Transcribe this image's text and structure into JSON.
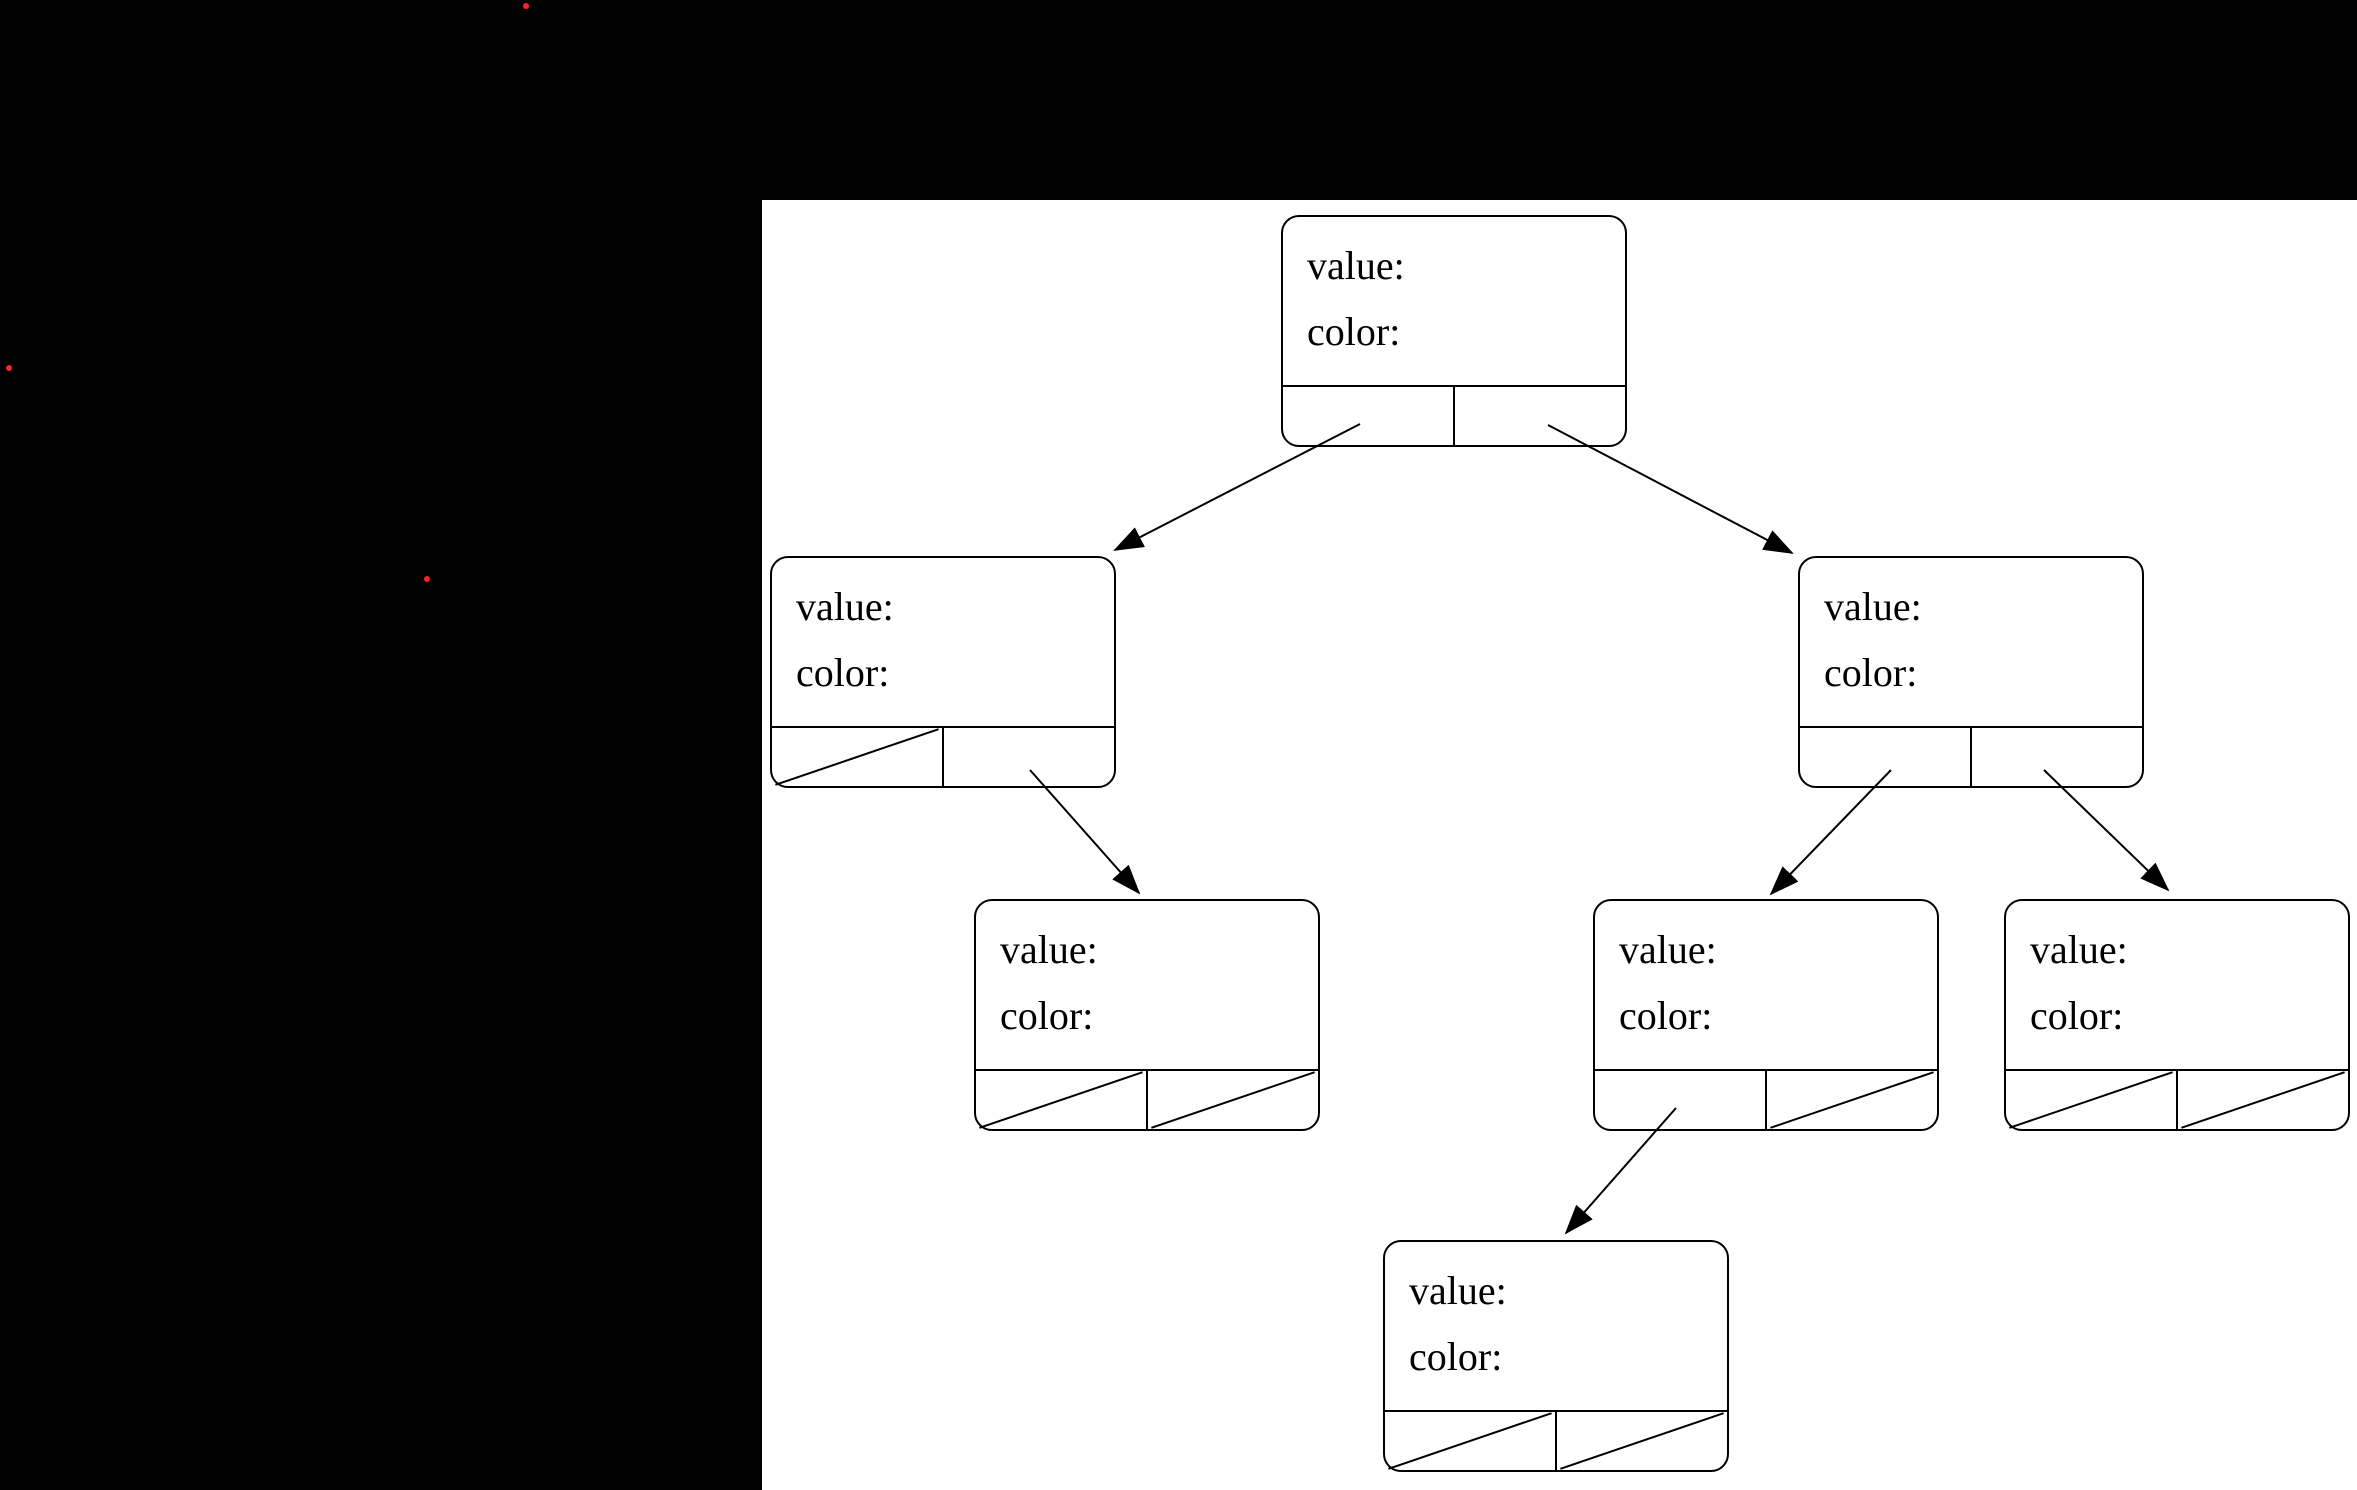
{
  "colors": {
    "background": "#000000",
    "panel": "#ffffff",
    "node_border": "#000000",
    "node_fill": "#ffffff",
    "edge": "#000000",
    "dot_red": "#ff2222"
  },
  "node_labels": {
    "value": "value:",
    "color": "color:"
  },
  "diagram": {
    "type": "binary-tree",
    "node_field_labels": [
      "value:",
      "color:"
    ],
    "nodes": [
      {
        "id": "root",
        "fields": {
          "value": "",
          "color": ""
        },
        "left_child": "left",
        "right_child": "right"
      },
      {
        "id": "left",
        "fields": {
          "value": "",
          "color": ""
        },
        "left_child": null,
        "right_child": "left-right"
      },
      {
        "id": "right",
        "fields": {
          "value": "",
          "color": ""
        },
        "left_child": "right-left",
        "right_child": "right-right"
      },
      {
        "id": "left-right",
        "fields": {
          "value": "",
          "color": ""
        },
        "left_child": null,
        "right_child": null
      },
      {
        "id": "right-left",
        "fields": {
          "value": "",
          "color": ""
        },
        "left_child": "right-left-left",
        "right_child": null
      },
      {
        "id": "right-right",
        "fields": {
          "value": "",
          "color": ""
        },
        "left_child": null,
        "right_child": null
      },
      {
        "id": "right-left-left",
        "fields": {
          "value": "",
          "color": ""
        },
        "left_child": null,
        "right_child": null
      }
    ],
    "null_pointer_mark": "diagonal-slash"
  }
}
